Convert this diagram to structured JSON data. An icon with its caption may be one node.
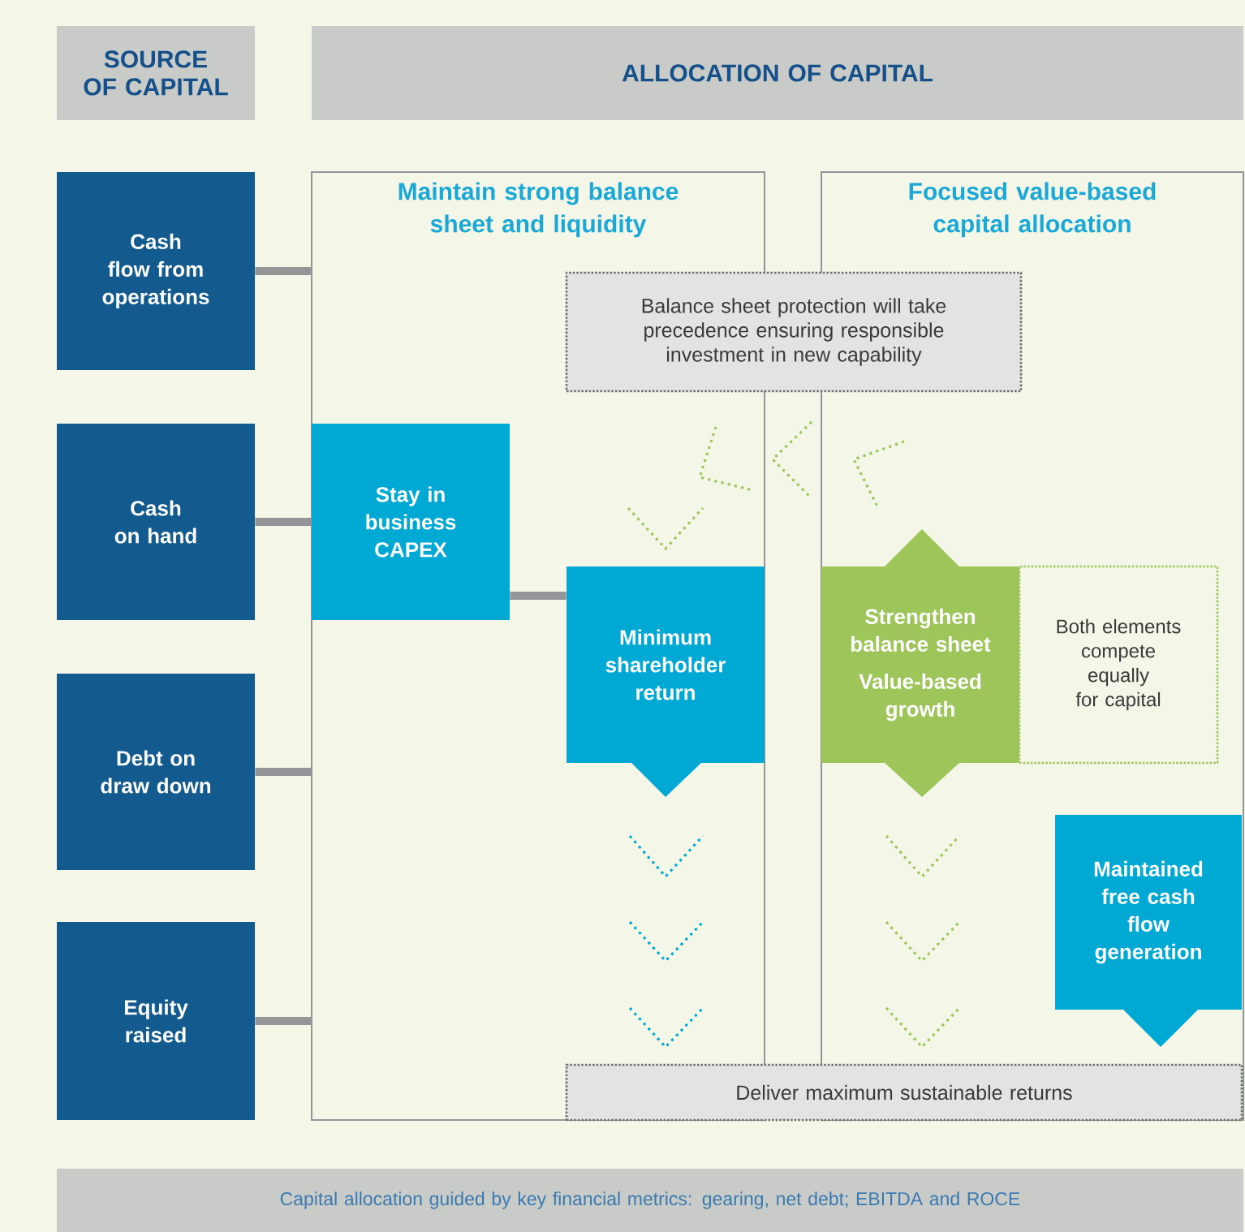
{
  "diagram": {
    "nodes": [
      {
        "text": [
          "SOURCE OF CAPITAL"
        ]
      },
      {
        "text": [
          "ALLOCATION OF CAPITAL"
        ]
      },
      {
        "text": [
          "Cash flow from operations"
        ]
      },
      {
        "text": [
          "Cash on hand"
        ]
      },
      {
        "text": [
          "Debt on draw down"
        ]
      },
      {
        "text": [
          "Equity raised"
        ]
      },
      {
        "text": [
          "Maintain strong balance sheet and liquidity"
        ]
      },
      {
        "text": [
          "Focused value-based capital allocation"
        ]
      },
      {
        "text": [
          "Balance sheet protection will take precedence ensuring responsible investment in new capability"
        ]
      },
      {
        "text": [
          "Stay in business CAPEX"
        ],
        "in": 6
      },
      {
        "text": [
          "Minimum shareholder return"
        ],
        "in": 6
      },
      {
        "text": [
          "Strengthen balance sheet",
          "Value-based growth"
        ],
        "in": 7
      },
      {
        "text": [
          "Both elements compete equally for capital"
        ],
        "in": 7
      },
      {
        "text": [
          "Maintained free cash flow generation"
        ],
        "in": 7
      },
      {
        "text": [
          "Deliver maximum sustainable returns"
        ]
      },
      {
        "text": [
          "Capital allocation guided by key financial metrics: gearing, net debt; EBITDA and ROCE"
        ]
      }
    ],
    "edges": [
      {
        "from": 2,
        "to": 6,
        "arrow": "none"
      },
      {
        "from": 3,
        "to": 9,
        "arrow": "none"
      },
      {
        "from": 4,
        "to": 6,
        "arrow": "none"
      },
      {
        "from": 5,
        "to": 6,
        "arrow": "none"
      },
      {
        "from": 9,
        "to": 10,
        "arrow": "none"
      }
    ]
  }
}
